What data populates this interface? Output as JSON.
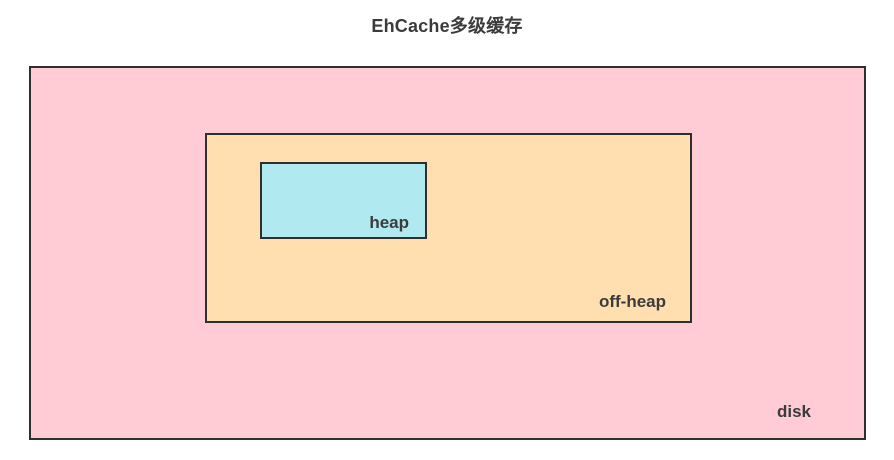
{
  "page": {
    "title": "EhCache多级缓存"
  },
  "diagram": {
    "type": "nested-layers",
    "border_color": "#2f2f2f",
    "label_color": "#3b3b3b",
    "background": "#ffffff",
    "layers": [
      {
        "name": "disk",
        "label": "disk",
        "fill": "#ffccd5",
        "level": 1
      },
      {
        "name": "off-heap",
        "label": "off-heap",
        "fill": "#ffdfb0",
        "level": 2
      },
      {
        "name": "heap",
        "label": "heap",
        "fill": "#b1e9f0",
        "level": 3
      }
    ]
  }
}
